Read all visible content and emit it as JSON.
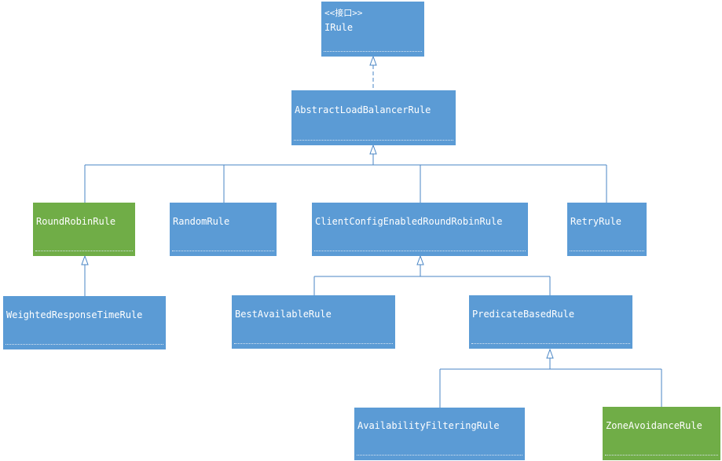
{
  "colors": {
    "class_fill": "#5b9bd5",
    "highlight_fill": "#70ad47",
    "connector": "#4a86c5",
    "text": "#ffffff"
  },
  "nodes": {
    "irule": {
      "stereotype": "<<接口>>",
      "name": "IRule"
    },
    "abstract": {
      "name": "AbstractLoadBalancerRule"
    },
    "roundrobin": {
      "name": "RoundRobinRule"
    },
    "random": {
      "name": "RandomRule"
    },
    "clientconfig": {
      "name": "ClientConfigEnabledRoundRobinRule"
    },
    "retry": {
      "name": "RetryRule"
    },
    "weighted": {
      "name": "WeightedResponseTimeRule"
    },
    "bestavailable": {
      "name": "BestAvailableRule"
    },
    "predicate": {
      "name": "PredicateBasedRule"
    },
    "availability": {
      "name": "AvailabilityFilteringRule"
    },
    "zoneavoidance": {
      "name": "ZoneAvoidanceRule"
    }
  }
}
